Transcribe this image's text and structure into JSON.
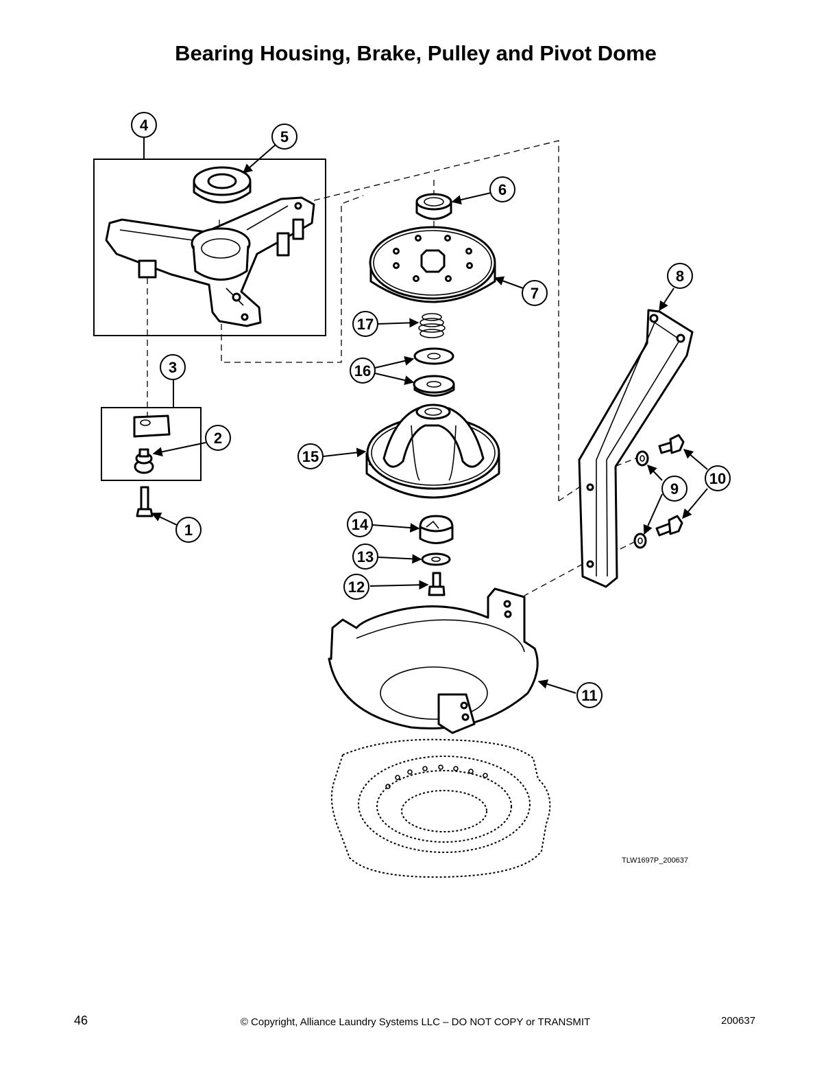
{
  "title": "Bearing Housing, Brake, Pulley and Pivot Dome",
  "callouts": [
    "1",
    "2",
    "3",
    "4",
    "5",
    "6",
    "7",
    "8",
    "9",
    "10",
    "11",
    "12",
    "13",
    "14",
    "15",
    "16",
    "17"
  ],
  "drawing_code": "TLW1697P_200637",
  "footer": {
    "page_number": "46",
    "copyright": "© Copyright, Alliance Laundry Systems LLC – DO NOT COPY or TRANSMIT",
    "doc_number": "200637"
  }
}
